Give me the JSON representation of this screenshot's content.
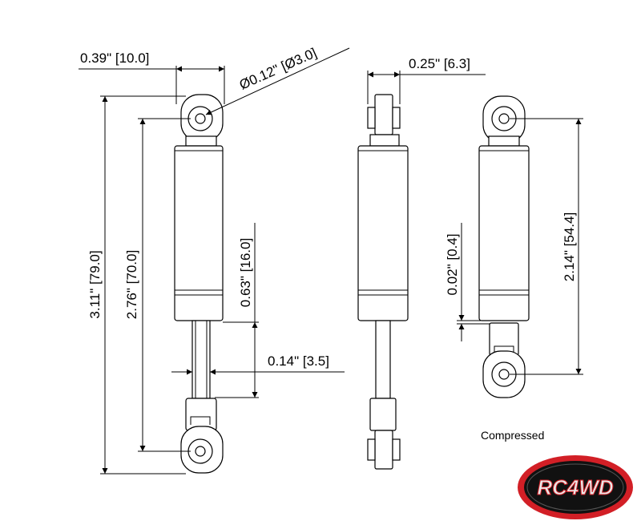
{
  "dimensions": {
    "eyelet_width": "0.39\" [10.0]",
    "pin_diameter": "Ø0.12\" [Ø3.0]",
    "overall_length": "3.11\" [79.0]",
    "center_to_center": "2.76\" [70.0]",
    "shaft_travel": "0.63\" [16.0]",
    "shaft_diameter": "0.14\" [3.5]",
    "side_width": "0.25\" [6.3]",
    "compressed_gap": "0.02\" [0.4]",
    "compressed_length": "2.14\" [54.4]"
  },
  "caption": "Compressed",
  "logo": {
    "text": "RC4WD",
    "colors": {
      "ring": "#d21f26",
      "inner": "#111111",
      "letters": "#e8e8e8"
    }
  }
}
